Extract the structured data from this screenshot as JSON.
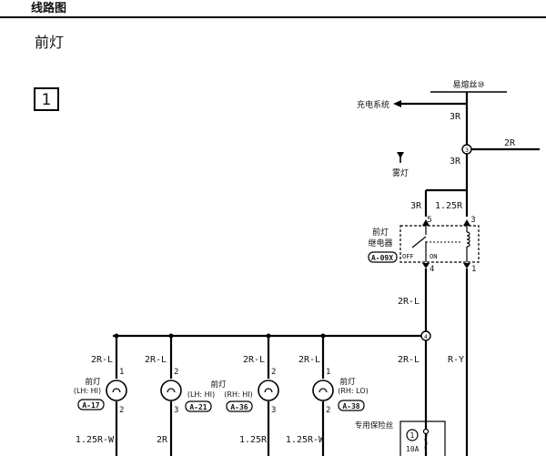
{
  "header": {
    "title": "线路图"
  },
  "page_title": "前灯",
  "section_number": "1",
  "fusible_link": "易熔丝⑩",
  "charging_system": "充电系统",
  "fog_lamp": "雾灯",
  "wires": {
    "w_3R_top": "3R",
    "w_2R_right": "2R",
    "w_3R_mid": "3R",
    "w_3R_left": "3R",
    "w_125R": "1.25R",
    "w_2RL_mid": "2R-L",
    "w_2RL_1": "2R-L",
    "w_2RL_2": "2R-L",
    "w_2RL_3": "2R-L",
    "w_2RL_4": "2R-L",
    "w_2RL_5": "2R-L",
    "w_RY": "R-Y",
    "w_bot_1": "1.25R-W",
    "w_bot_2": "2R",
    "w_bot_3": "1.25R",
    "w_bot_4": "1.25R-W"
  },
  "splices": {
    "s3": "3",
    "s4": "4"
  },
  "relay": {
    "name_line1": "前灯",
    "name_line2": "继电器",
    "connector": "A-09X",
    "pin_5": "5",
    "pin_3": "3",
    "pin_4": "4",
    "pin_1": "1",
    "off": "OFF",
    "on": "ON"
  },
  "lamps": [
    {
      "title": "前灯",
      "sub": "(LH: HI)",
      "connector": "A-17",
      "pin_top": "1",
      "pin_bot": "2"
    },
    {
      "title": "",
      "sub": "(LH: HI)",
      "connector": "A-21",
      "pin_top": "2",
      "pin_bot": "3"
    },
    {
      "title": "前灯",
      "sub": "(RH: HI)",
      "connector": "A-36",
      "pin_top": "2",
      "pin_bot": "3"
    },
    {
      "title": "前灯",
      "sub": "(RH: LO)",
      "connector": "A-38",
      "pin_top": "1",
      "pin_bot": "2"
    }
  ],
  "fuse_box": {
    "label": "专用保险丝",
    "fuse_number": "1",
    "rating": "10A"
  }
}
